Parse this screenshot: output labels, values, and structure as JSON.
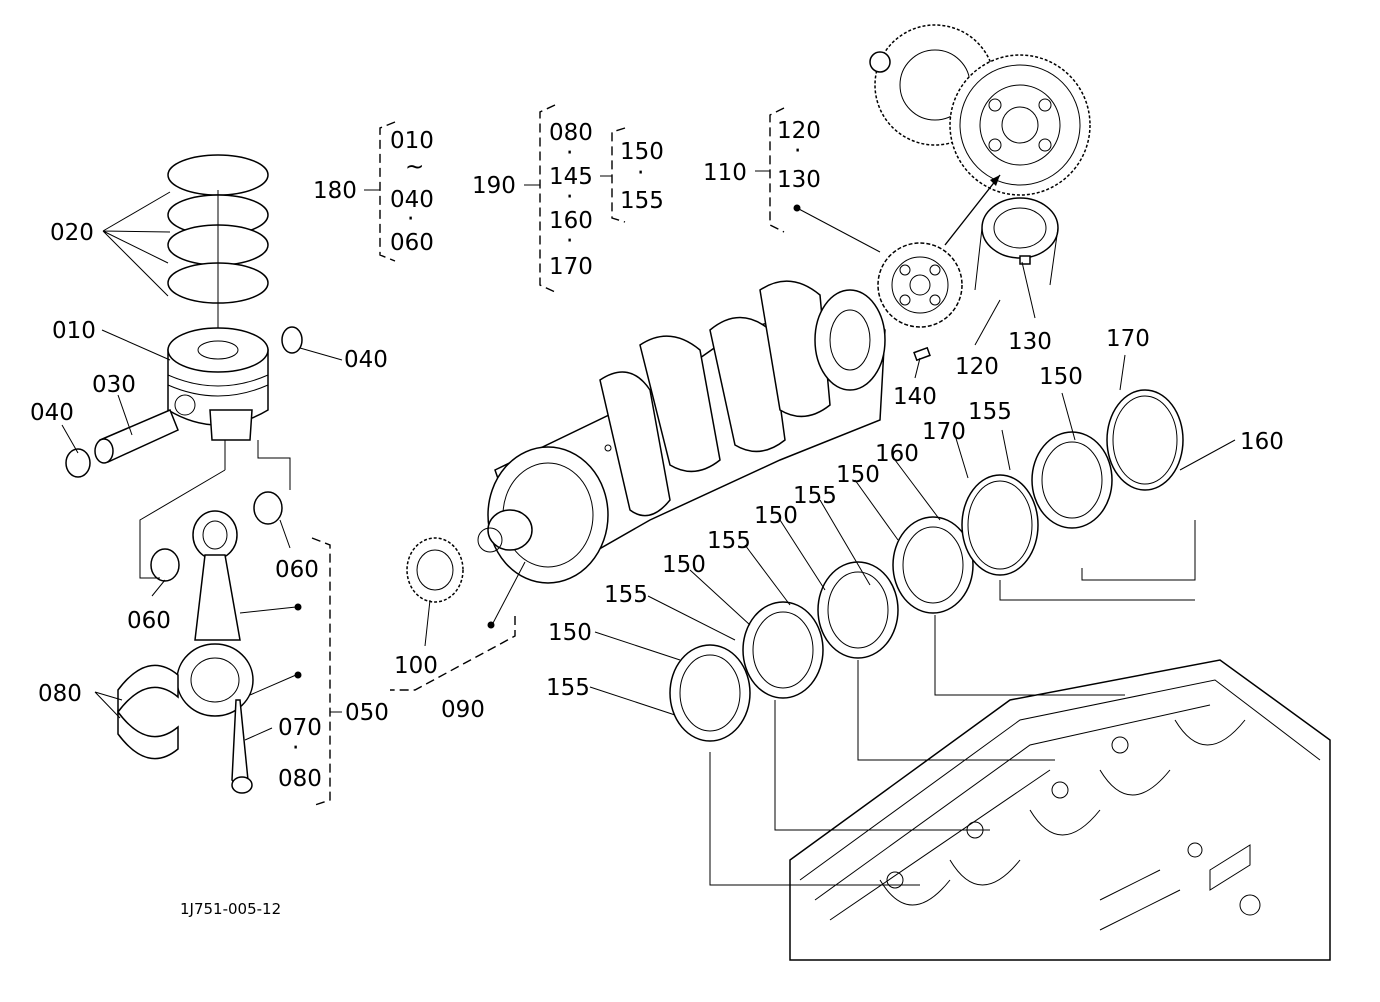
{
  "drawing_code": "1J751-005-12",
  "callouts": {
    "piston_rings": "020",
    "piston": "010",
    "circlip_right": "040",
    "piston_pin": "030",
    "circlip_left": "040",
    "bush_upper": "060",
    "bush_lower": "060",
    "conrod_bearing": "080",
    "conrod_assy": "050",
    "conrod_bolt": "070",
    "conrod_bearing_ref": "080",
    "gear_bush": "100",
    "crankshaft_assy": "090",
    "crank_gear_assy": "110",
    "gear_a": "120",
    "gear_b": "130",
    "gear_sub_a": "120",
    "gear_sub_b": "130",
    "key": "140",
    "thrust_upper": "170",
    "bearing_upper_5": "150",
    "thrust_lower": "160",
    "thrust_upper_2": "170",
    "bearing_lower_5": "155",
    "thrust_lower_2": "160",
    "bearing_upper_4": "150",
    "bearing_lower_4": "155",
    "bearing_upper_3": "150",
    "bearing_lower_3": "155",
    "bearing_upper_2": "150",
    "bearing_lower_2": "155",
    "bearing_upper_1": "150",
    "bearing_lower_1": "155"
  },
  "groups": {
    "g180": {
      "code": "180",
      "items": [
        "010",
        "040",
        "060"
      ],
      "separators": [
        "~",
        "·"
      ]
    },
    "g190": {
      "code": "190",
      "items": [
        "080",
        "145",
        "160",
        "170"
      ],
      "sub": [
        "150",
        "155"
      ]
    },
    "g110": {
      "code": "110",
      "items": [
        "120",
        "130"
      ]
    }
  }
}
